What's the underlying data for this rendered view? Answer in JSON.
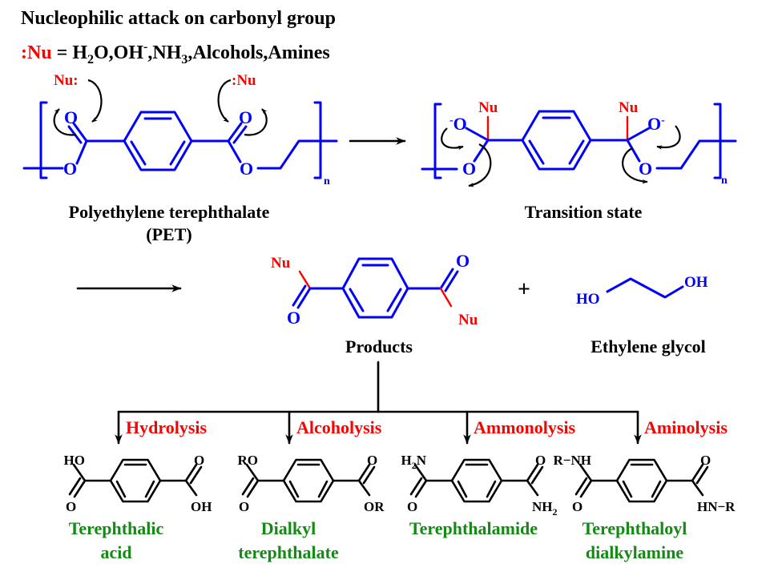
{
  "title": "Nucleophilic attack on carbonyl group",
  "nucleophiles": {
    "prefix": ":Nu",
    "equals": " = H",
    "sub2": "2",
    "o_oh": "O,OH",
    "sup_minus": "-",
    "nh": ",NH",
    "sub3": "3",
    "rest": ",Alcohols,Amines"
  },
  "pet": {
    "nu_left": "Nu:",
    "nu_right": ":Nu",
    "atom_o": "O",
    "repeat_n": "n",
    "label_line1": "Polyethylene terephthalate",
    "label_line2": "(PET)"
  },
  "transition_state": {
    "nu": "Nu",
    "atom_o": "O",
    "charge_minus": "-",
    "repeat_n": "n",
    "label": "Transition state"
  },
  "products": {
    "nu": "Nu",
    "atom_o": "O",
    "label": "Products",
    "plus": "+"
  },
  "ethylene_glycol": {
    "ho": "HO",
    "oh": "OH",
    "label": "Ethylene glycol"
  },
  "pathways": [
    {
      "reaction": "Hydrolysis",
      "substituent_top_left": "HO",
      "substituent_bottom_right": "OH",
      "atom_o": "O",
      "name_line1": "Terephthalic",
      "name_line2": "acid"
    },
    {
      "reaction": "Alcoholysis",
      "substituent_top_left": "RO",
      "substituent_bottom_right": "OR",
      "atom_o": "O",
      "name_line1": "Dialkyl",
      "name_line2": "terephthalate"
    },
    {
      "reaction": "Ammonolysis",
      "substituent_top_left": "H2N",
      "substituent_bottom_right": "NH2",
      "atom_o": "O",
      "name_line1": "Terephthalamide",
      "name_line2": ""
    },
    {
      "reaction": "Aminolysis",
      "substituent_top_left": "R−NH",
      "substituent_bottom_right": "HN−R",
      "atom_o": "O",
      "name_line1": "Terephthaloyl",
      "name_line2": "dialkylamine"
    }
  ],
  "colors": {
    "structure": "#0000ff",
    "nucleophile": "#ff0000",
    "reaction_label": "#ff0000",
    "product_name": "#138a13",
    "text": "#000000"
  }
}
